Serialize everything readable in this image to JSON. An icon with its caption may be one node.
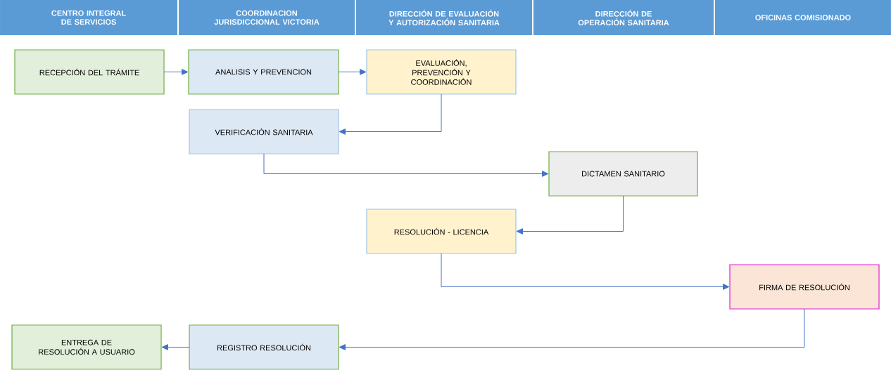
{
  "diagram": {
    "nodes": [
      {
        "text": [
          "CENTRO INTEGRAL DE SERVICIOS"
        ]
      },
      {
        "text": [
          "COORDINACION JURISDICCIONAL VICTORIA"
        ]
      },
      {
        "text": [
          "DIRECCIÓN DE EVALUACIÓN Y AUTORIZACIÓN SANITARIA"
        ]
      },
      {
        "text": [
          "DIRECCIÓN DE OPERACIÓN SANITARIA"
        ]
      },
      {
        "text": [
          "OFICINAS COMISIONADO"
        ]
      },
      {
        "text": [
          "RECEPCIÓN DEL TRÁMITE"
        ]
      },
      {
        "text": [
          "ANALISIS Y PREVENCION"
        ]
      },
      {
        "text": [
          "EVALUACIÓN, PREVENCIÓN Y COORDINACIÓN"
        ]
      },
      {
        "text": [
          "VERIFICACIÓN SANITARIA"
        ]
      },
      {
        "text": [
          "DICTAMEN SANITARIO"
        ]
      },
      {
        "text": [
          "RESOLUCIÓN - LICENCIA"
        ]
      },
      {
        "text": [
          "FIRMA DE RESOLUCIÓN"
        ]
      },
      {
        "text": [
          "REGISTRO RESOLUCIÓN"
        ]
      },
      {
        "text": [
          "ENTREGA DE RESOLUCIÓN A USUARIO"
        ]
      }
    ],
    "edges": [
      {
        "from": 5,
        "to": 6,
        "arrow": "to"
      },
      {
        "from": 6,
        "to": 7,
        "arrow": "to"
      },
      {
        "from": 7,
        "to": 8,
        "arrow": "to"
      },
      {
        "from": 8,
        "to": 9,
        "arrow": "to"
      },
      {
        "from": 9,
        "to": 10,
        "arrow": "to"
      },
      {
        "from": 10,
        "to": 11,
        "arrow": "to"
      },
      {
        "from": 11,
        "to": 12,
        "arrow": "to"
      },
      {
        "from": 12,
        "to": 13,
        "arrow": "to"
      }
    ]
  }
}
